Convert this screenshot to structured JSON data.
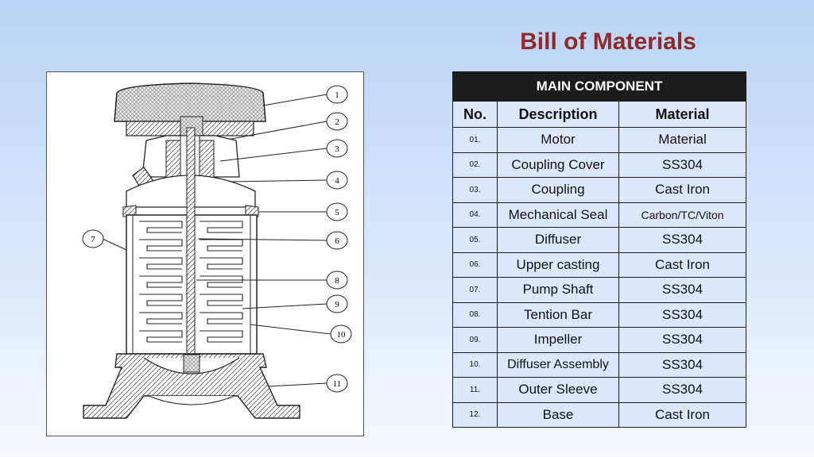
{
  "title": "Bill of Materials",
  "table": {
    "caption": "MAIN COMPONENT",
    "headers": [
      "No.",
      "Description",
      "Material"
    ],
    "rows": [
      {
        "no": "01.",
        "description": "Motor",
        "material": "Material"
      },
      {
        "no": "02.",
        "description": "Coupling Cover",
        "material": "SS304"
      },
      {
        "no": "03.",
        "description": "Coupling",
        "material": "Cast Iron"
      },
      {
        "no": "04.",
        "description": "Mechanical Seal",
        "material": "Carbon/TC/Viton"
      },
      {
        "no": "05.",
        "description": "Diffuser",
        "material": "SS304"
      },
      {
        "no": "06.",
        "description": "Upper casting",
        "material": "Cast Iron"
      },
      {
        "no": "07.",
        "description": "Pump Shaft",
        "material": "SS304"
      },
      {
        "no": "08.",
        "description": "Tention Bar",
        "material": "SS304"
      },
      {
        "no": "09.",
        "description": "Impeller",
        "material": "SS304"
      },
      {
        "no": "10.",
        "description": "Diffuser Assembly",
        "material": "SS304"
      },
      {
        "no": "11.",
        "description": "Outer Sleeve",
        "material": "SS304"
      },
      {
        "no": "12.",
        "description": "Base",
        "material": "Cast Iron"
      }
    ]
  },
  "diagram": {
    "callouts": [
      "1",
      "2",
      "3",
      "4",
      "5",
      "6",
      "7",
      "8",
      "9",
      "10",
      "11"
    ]
  },
  "colors": {
    "title": "#8e2a2a",
    "header_bg": "#1c1c1c",
    "cell_bg": "#dbe8fb"
  }
}
